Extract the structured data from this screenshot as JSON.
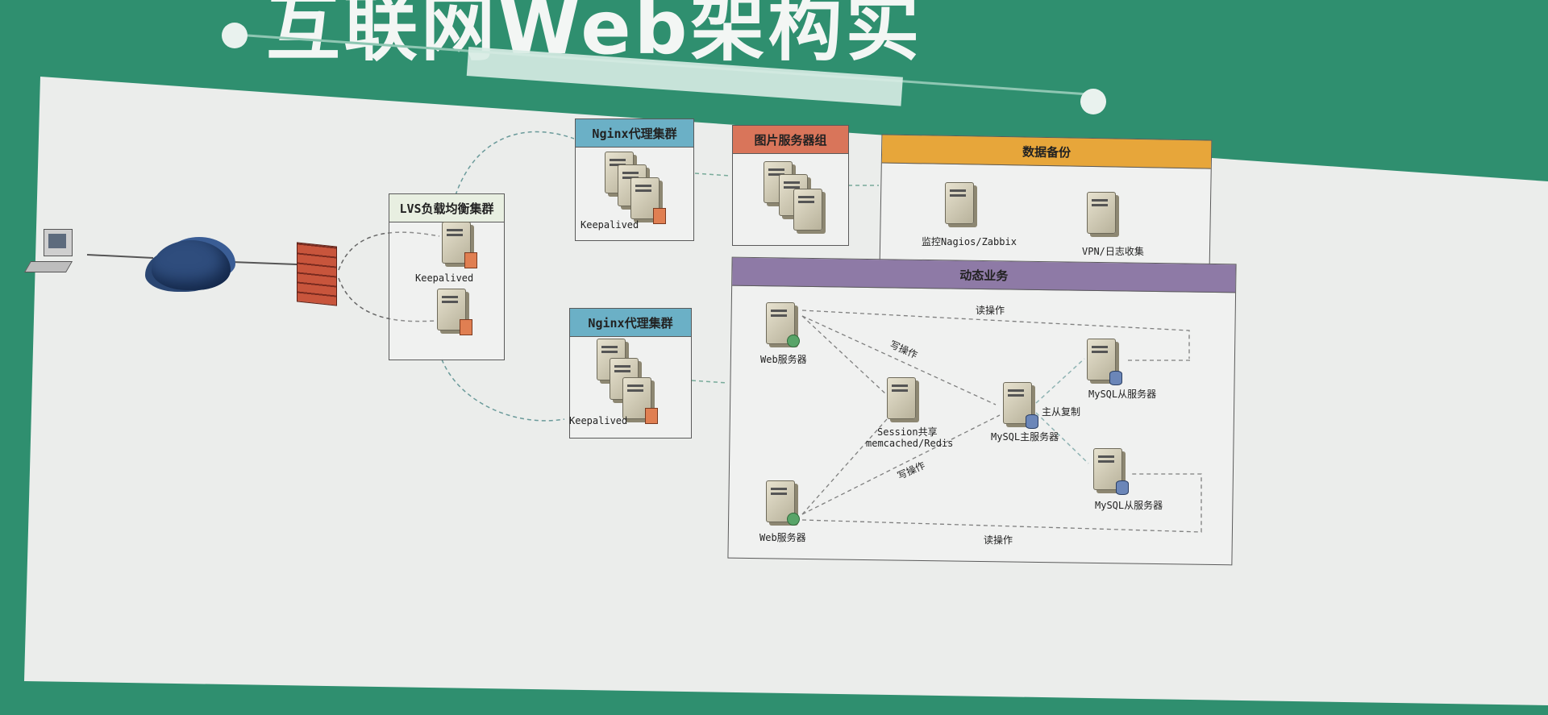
{
  "title": "互联网Web架构实",
  "groups": {
    "lvs": {
      "title": "LVS负载均衡集群",
      "keepalived": "Keepalived"
    },
    "nginx_top": {
      "title": "Nginx代理集群",
      "keepalived": "Keepalived"
    },
    "nginx_bottom": {
      "title": "Nginx代理集群",
      "keepalived": "Keepalived"
    },
    "image": {
      "title": "图片服务器组"
    },
    "backup": {
      "title": "数据备份",
      "monitor": "监控Nagios/Zabbix",
      "vpn": "VPN/日志收集"
    },
    "dynamic": {
      "title": "动态业务",
      "web1": "Web服务器",
      "web2": "Web服务器",
      "session": "Session共享",
      "memcached": "memcached/Redis",
      "mysql_master": "MySQL主服务器",
      "mysql_slave1": "MySQL从服务器",
      "mysql_slave2": "MySQL从服务器",
      "read_top": "读操作",
      "write_top": "写操作",
      "write_bottom": "写操作",
      "read_bottom": "读操作",
      "replication": "主从复制"
    }
  },
  "colors": {
    "background": "#2f8f6f",
    "nginx_header": "#6bb0c6",
    "image_header": "#d9755a",
    "backup_header": "#e7a63a",
    "dynamic_header": "#8e7aa6",
    "lvs_header": "#e8efe1"
  }
}
